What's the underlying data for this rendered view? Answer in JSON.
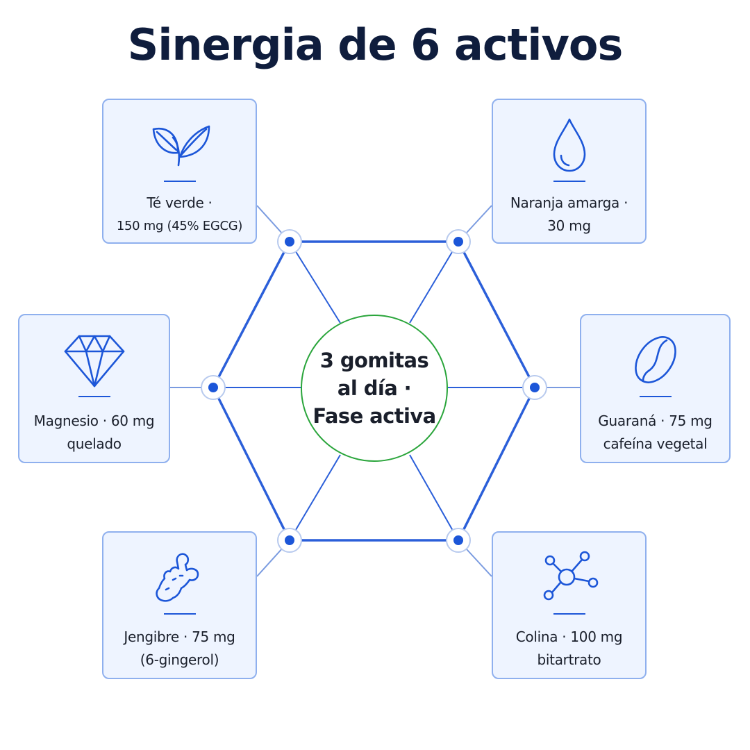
{
  "title": "Sinergia de 6 activos",
  "center": {
    "lines": [
      "3 gomitas",
      "al día ·",
      "Fase activa"
    ],
    "border_color": "#2aa53b"
  },
  "colors": {
    "accent": "#1c56d8",
    "card_bg": "#eef4ff",
    "card_border": "#8fb0ee",
    "title": "#0f1d3d"
  },
  "ingredients": [
    {
      "icon": "leaf-icon",
      "line1": "Té verde ·",
      "line2": "150 mg (45% EGCG)"
    },
    {
      "icon": "drop-icon",
      "line1": "Naranja amarga ·",
      "line2": "30 mg"
    },
    {
      "icon": "diamond-icon",
      "line1": "Magnesio · 60 mg",
      "line2": "quelado"
    },
    {
      "icon": "coffee-bean-icon",
      "line1": "Guaraná · 75 mg",
      "line2": "cafeína vegetal"
    },
    {
      "icon": "ginger-root-icon",
      "line1": "Jengibre · 75 mg",
      "line2": "(6-gingerol)"
    },
    {
      "icon": "molecule-icon",
      "line1": "Colina · 100 mg",
      "line2": "bitartrato"
    }
  ]
}
